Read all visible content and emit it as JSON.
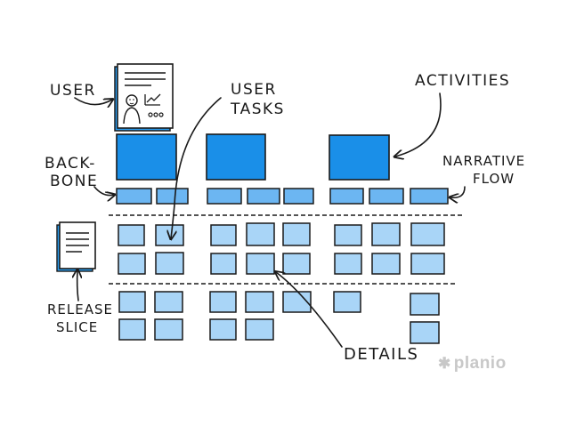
{
  "labels": {
    "user": "USER",
    "user_tasks_1": "USER",
    "user_tasks_2": "TASKS",
    "activities": "ACTIVITIES",
    "backbone_1": "BACK-",
    "backbone_2": "BONE",
    "narrative_1": "NARRATIVE",
    "narrative_2": "FLOW",
    "release_1": "RELEASE",
    "release_2": "SLICE",
    "details": "DETAILS"
  },
  "brand": {
    "icon": "asterisk-icon",
    "name": "planio"
  },
  "colors": {
    "activity": "#1a8fe8",
    "task": "#6cb6f2",
    "detail": "#a9d5f7",
    "ink": "#1a1a1a"
  }
}
